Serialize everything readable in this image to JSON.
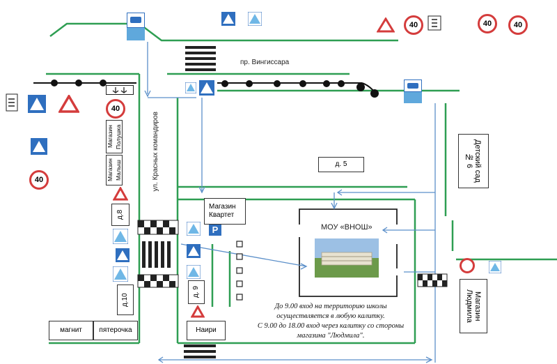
{
  "streets": {
    "main_avenue": "пр. Вингиссара",
    "side_street": "ул. Красных командиров"
  },
  "buildings": {
    "shop_polushka": "Магазин Полушка",
    "shop_malysh": "Магазин Малыш",
    "shop_kvartet_line1": "Магазин",
    "shop_kvartet_line2": "Квартет",
    "house_5": "д. 5",
    "school": "МОУ «ВНОШ»",
    "kindergarten": "Детский сад № 6",
    "house_8": "д.8",
    "house_9": "д. 9",
    "house_10": "д.10",
    "shop_lyudmila": "Магазин Людмила",
    "shop_magnit": "магнит",
    "shop_pyaterochka": "пятерочка",
    "shop_nairi": "Наири"
  },
  "signs": {
    "speed_limit": "40",
    "parking": "P"
  },
  "note": {
    "line1": "До 9.00 вход на территорию школы",
    "line2": "осуществляется в любую калитку.",
    "line3": "С 9.00 до 18.00 вход через калитку со стороны",
    "line4": "магазина \"Людмила\"."
  },
  "colors": {
    "road": "#2e9e52",
    "path": "#5b8fc9",
    "rail": "#111111",
    "sign_blue": "#2f6fbf",
    "sign_red": "#d43c3c"
  }
}
